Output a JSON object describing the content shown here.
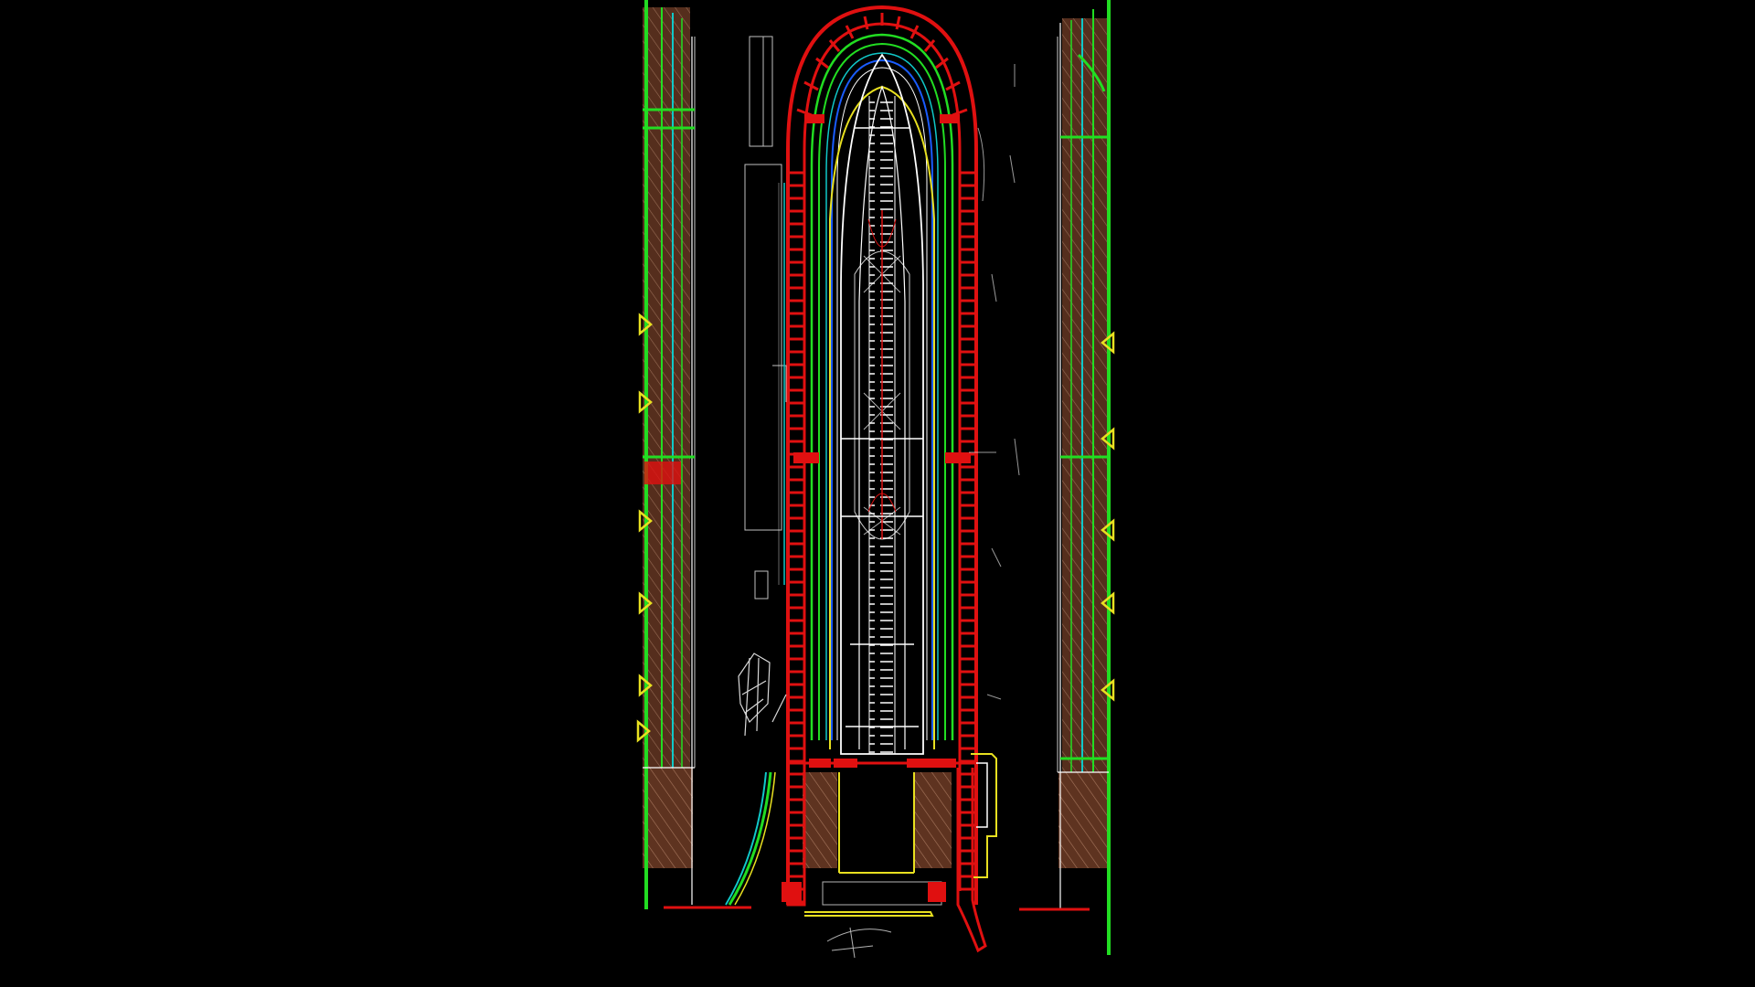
{
  "diagram": {
    "kind": "cad-plan-drawing",
    "background": "#000000",
    "palette": {
      "outer_wall_green": "#22dd22",
      "structure_red": "#e01010",
      "line_cyan": "#10c8c8",
      "line_blue": "#1a5cff",
      "line_yellow": "#e8e020",
      "line_white": "#ffffff",
      "hatch_brown": "#6a3a22",
      "hatch_stripe": "#a0705a"
    },
    "components": [
      "left-quay-wall",
      "right-quay-wall",
      "dry-dock-outline",
      "vessel-hull",
      "dock-gate-structures"
    ]
  }
}
